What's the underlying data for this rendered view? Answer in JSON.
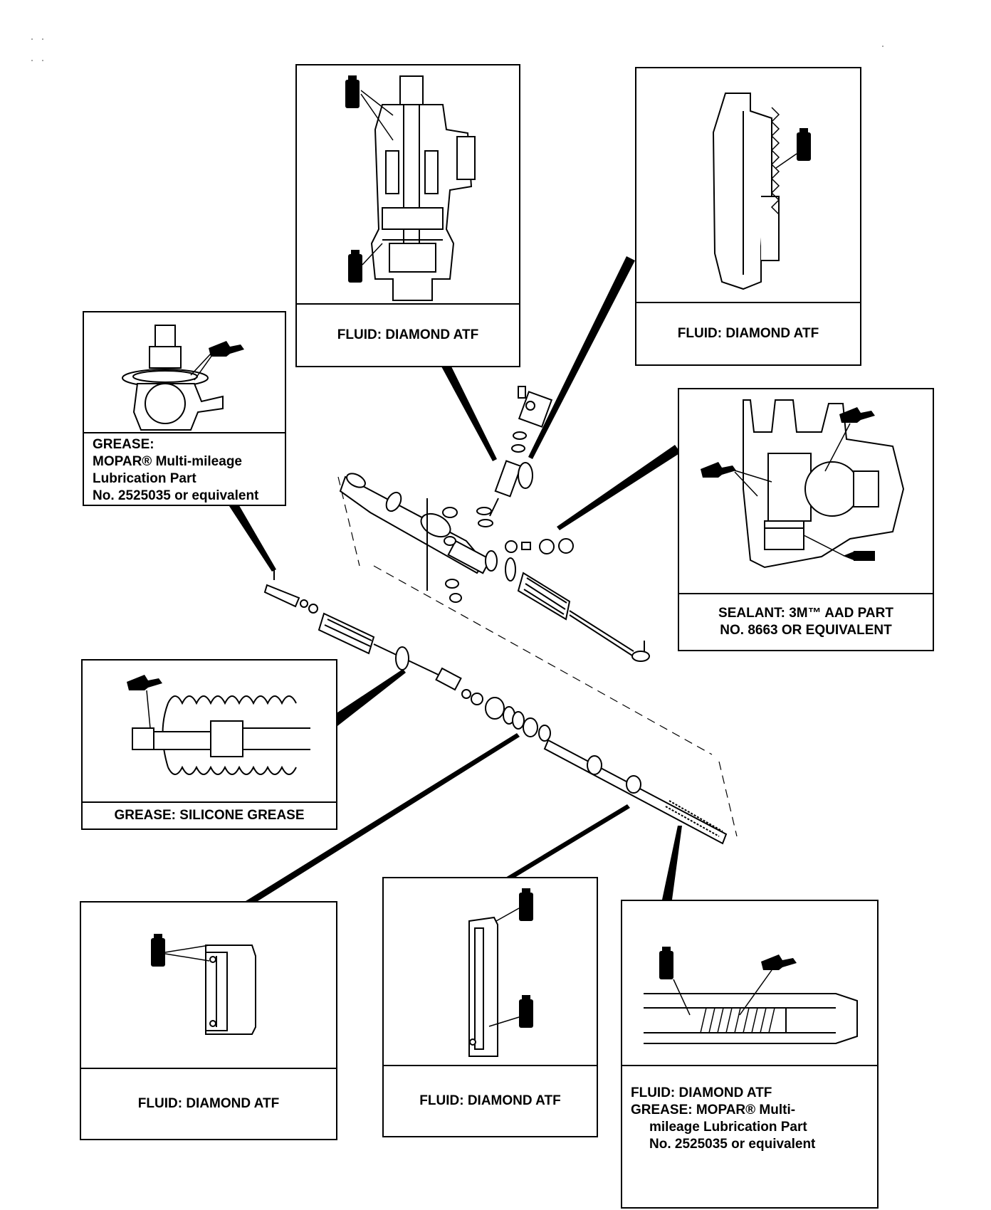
{
  "callouts": {
    "pinion_valve": {
      "caption": "FLUID: DIAMOND ATF"
    },
    "rack_support": {
      "caption": "FLUID: DIAMOND ATF"
    },
    "tie_rod_end": {
      "caption_lines": [
        "GREASE:",
        "MOPAR® Multi-mileage",
        "Lubrication Part",
        "No. 2525035 or equivalent"
      ]
    },
    "rack_plunger": {
      "caption_lines": [
        "SEALANT: 3M™ AAD PART",
        "NO. 8663 OR EQUIVALENT"
      ]
    },
    "bellows": {
      "caption": "GREASE: SILICONE GREASE"
    },
    "rack_bushing": {
      "caption": "FLUID: DIAMOND ATF"
    },
    "oil_seal": {
      "caption": "FLUID: DIAMOND ATF"
    },
    "rack_teeth": {
      "caption_lines": [
        "FLUID: DIAMOND ATF",
        "GREASE: MOPAR® Multi-",
        "mileage Lubrication Part",
        "No. 2525035 or equivalent"
      ]
    }
  }
}
